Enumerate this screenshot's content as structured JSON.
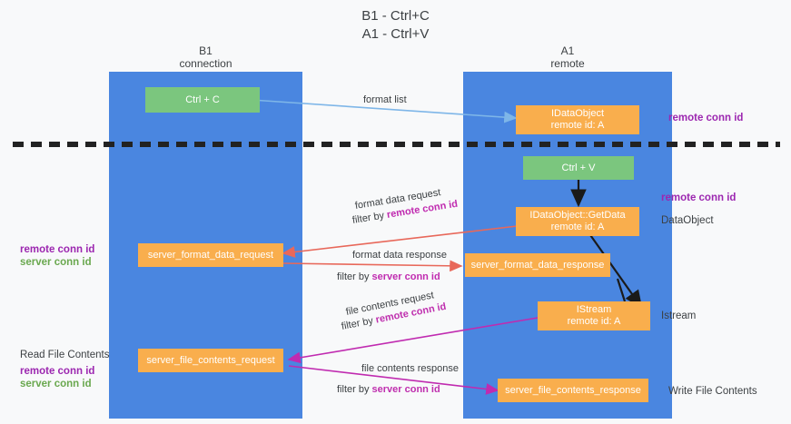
{
  "title": "B1 - Ctrl+C\nA1 - Ctrl+V",
  "columns": {
    "left": {
      "name": "B1",
      "role": "connection",
      "label": "B1\nconnection"
    },
    "right": {
      "name": "A1",
      "role": "remote",
      "label": "A1\nremote"
    }
  },
  "colors": {
    "lane": "#4a86e0",
    "green_node": "#7bc67e",
    "orange_node": "#f9ae4d",
    "remote_conn_id": "#9c27b0",
    "server_conn_id": "#6aa84f",
    "arrow_blue": "#7eb6e8",
    "arrow_red": "#e8685a",
    "arrow_black": "#1a1a1a",
    "arrow_magenta": "#c02bb0",
    "divider": "#222222",
    "background": "#f8f9fa"
  },
  "nodes": {
    "ctrl_c": "Ctrl + C",
    "ctrl_v": "Ctrl + V",
    "idataobject": "IDataObject\nremote id: A",
    "idataobject_getdata": "IDataObject::GetData\nremote id: A",
    "istream": "IStream\nremote id: A",
    "server_format_data_request": "server_format_data_request",
    "server_format_data_response": "server_format_data_response",
    "server_file_contents_request": "server_file_contents_request",
    "server_file_contents_response": "server_file_contents_response"
  },
  "right_labels": {
    "remote_conn_id_top": "remote conn id",
    "remote_conn_id_mid": "remote conn id",
    "dataobject": "DataObject",
    "istream": "Istream",
    "write_file_contents": "Write File Contents"
  },
  "left_labels": {
    "legend_remote": "remote conn id",
    "legend_server": "server conn id",
    "read_file_contents": "Read File Contents",
    "legend2_remote": "remote conn id",
    "legend2_server": "server conn id"
  },
  "edges": [
    {
      "id": "format-list",
      "text": "format list",
      "color": "#7eb6e8"
    },
    {
      "id": "format-data-request",
      "line1": "format data request",
      "line2_prefix": "filter by ",
      "line2_key": "remote conn id",
      "color": "#e8685a"
    },
    {
      "id": "format-data-response",
      "line1": "format data response",
      "line2_prefix": "filter by ",
      "line2_key": "server conn id",
      "color": "#e8685a"
    },
    {
      "id": "file-contents-request",
      "line1": "file contents request",
      "line2_prefix": "filter by ",
      "line2_key": "remote conn id",
      "color": "#c02bb0"
    },
    {
      "id": "file-contents-response",
      "line1": "file contents response",
      "line2_prefix": "filter by ",
      "line2_key": "server conn id",
      "color": "#c02bb0"
    }
  ]
}
